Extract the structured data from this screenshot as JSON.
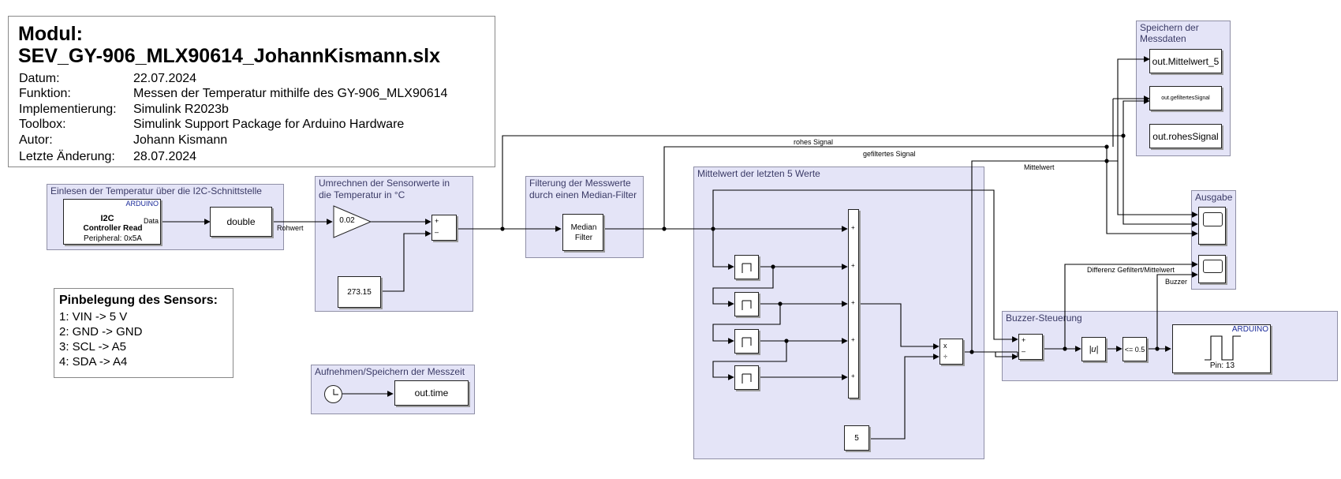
{
  "header": {
    "title_line1": "Modul:",
    "title_line2": "SEV_GY-906_MLX90614_JohannKismann.slx",
    "rows": [
      {
        "label": "Datum:",
        "value": "22.07.2024"
      },
      {
        "label": "Funktion:",
        "value": "Messen der Temperatur mithilfe des GY-906_MLX90614"
      },
      {
        "label": "Implementierung:",
        "value": "Simulink R2023b"
      },
      {
        "label": "Toolbox:",
        "value": "Simulink Support Package for Arduino Hardware"
      },
      {
        "label": "Autor:",
        "value": "Johann Kismann"
      },
      {
        "label": "Letzte Änderung:",
        "value": "28.07.2024"
      }
    ]
  },
  "pins": {
    "title": "Pinbelegung des Sensors:",
    "lines": [
      "1: VIN -> 5 V",
      "2: GND -> GND",
      "3: SCL -> A5",
      "4: SDA -> A4"
    ]
  },
  "areas": {
    "read": "Einlesen der Temperatur über die I2C-Schnittstelle",
    "convert_1": "Umrechnen der Sensorwerte in",
    "convert_2": "die Temperatur in °C",
    "filter_1": "Filterung der Messwerte",
    "filter_2": "durch einen Median-Filter",
    "mean": "Mittelwert der letzten 5 Werte",
    "time": "Aufnehmen/Speichern der Messzeit",
    "save_1": "Speichern der",
    "save_2": "Messdaten",
    "output": "Ausgabe",
    "buzzer": "Buzzer-Steuerung"
  },
  "blocks": {
    "i2c_tag": "ARDUINO",
    "i2c_title": "I2C",
    "i2c_sub": "Controller Read",
    "i2c_port": "Data",
    "i2c_periph": "Peripheral: 0x5A",
    "convert": "double",
    "gain": "0.02",
    "offset": "273.15",
    "sum_plus": "+",
    "sum_minus": "–",
    "median_1": "Median",
    "median_2": "Filter",
    "mult_x": "x",
    "mult_div": "÷",
    "const5": "5",
    "time_out": "out.time",
    "abs": "|u|",
    "compare": "<= 0.5",
    "pwm_tag": "ARDUINO",
    "pwm_pin": "Pin: 13",
    "ws_mean": "out.Mittelwert_5",
    "ws_filtered": "out.gefiltertesSignal",
    "ws_raw": "out.rohesSignal"
  },
  "signals": {
    "raw": "Rohwert",
    "rohes": "rohes Signal",
    "gefiltert": "gefiltertes Signal",
    "mittelwert": "Mittelwert",
    "differenz": "Differenz Gefiltert/Mittelwert",
    "buzzer": "Buzzer"
  }
}
